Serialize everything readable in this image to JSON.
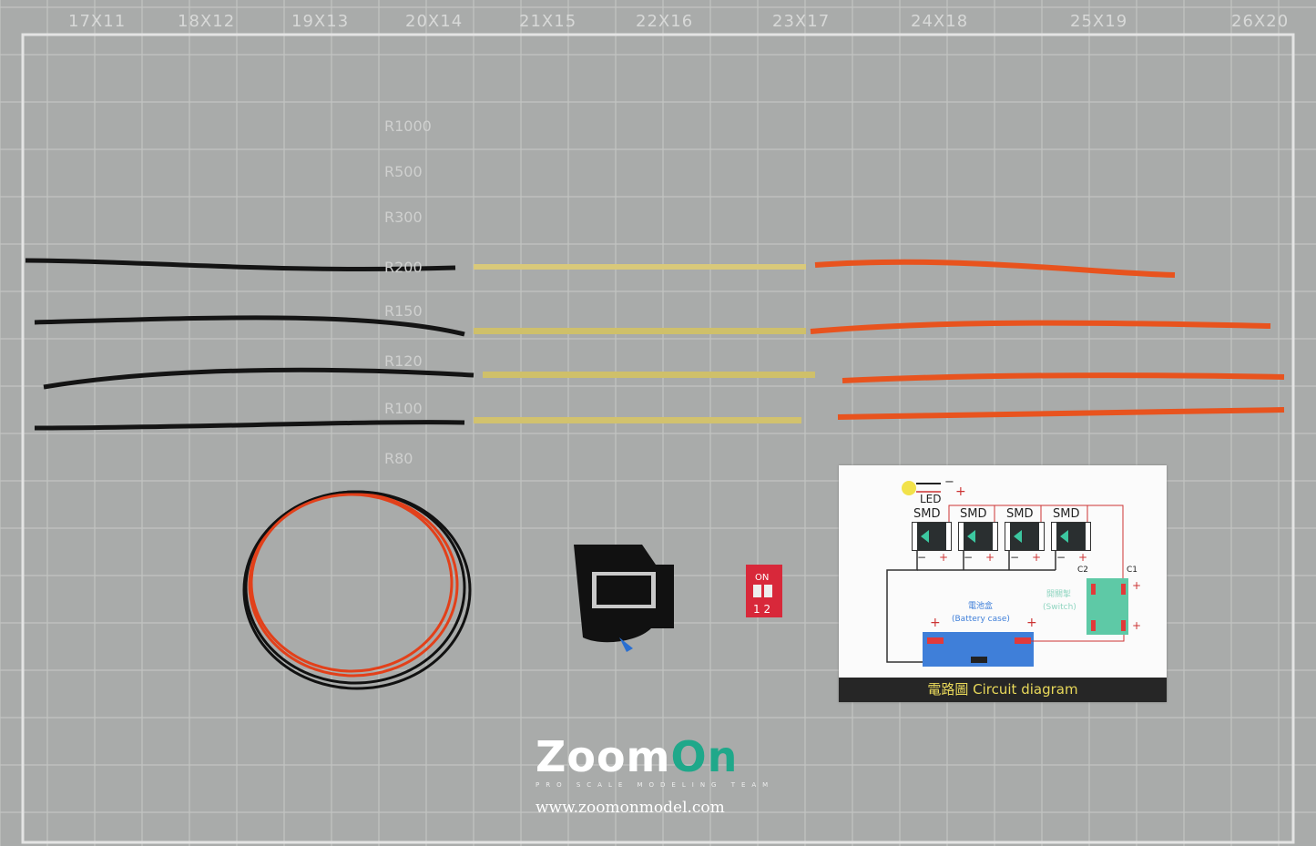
{
  "mat": {
    "top_labels": [
      "17X11",
      "18X12",
      "19X13",
      "20X14",
      "21X15",
      "22X16",
      "23X17",
      "24X18",
      "25X19",
      "26X20"
    ],
    "radius_labels": [
      "R1000",
      "R500",
      "R300",
      "R200",
      "R150",
      "R120",
      "R100",
      "R80"
    ],
    "color": "#a9abaa"
  },
  "circuit_card": {
    "led_label": "LED",
    "smd_labels": [
      "SMD",
      "SMD",
      "SMD",
      "SMD"
    ],
    "minus": "−",
    "plus": "+",
    "c1": "C1",
    "c2": "C2",
    "switch_zh": "開關掣",
    "switch_en": "(Switch)",
    "battery_zh": "電池盒",
    "battery_en": "(Battery case)",
    "title": "電路圖 Circuit diagram"
  },
  "dip_switch": {
    "on_label": "ON",
    "numbers": "1 2",
    "color": "#d8283a"
  },
  "logo": {
    "brand_left": "Zoom",
    "brand_right": "On",
    "tagline": "PRO SCALE MODELING TEAM",
    "url": "www.zoomonmodel.com",
    "accent": "#1fa88a"
  }
}
